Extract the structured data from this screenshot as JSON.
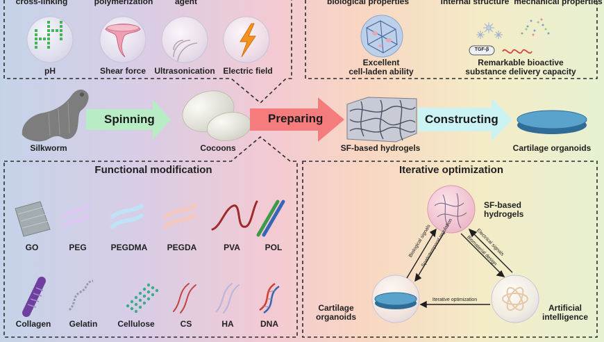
{
  "top_left": {
    "labels": [
      "cross-linking",
      "polymerization",
      "agent"
    ],
    "icons": [
      {
        "label": "pH",
        "icon": "ph-grid-icon"
      },
      {
        "label": "Shear force",
        "icon": "vortex-icon"
      },
      {
        "label": "Ultrasonication",
        "icon": "wave-icon"
      },
      {
        "label": "Electric field",
        "icon": "lightning-icon"
      }
    ]
  },
  "top_right": {
    "labels": [
      "biological properties",
      "internal structure",
      "mechanical properties"
    ],
    "cell_label_1": "Excellent",
    "cell_label_2": "cell-laden ability",
    "tgf_label": "TGF-β",
    "delivery_label_1": "Remarkable bioactive",
    "delivery_label_2": "substance delivery capacity"
  },
  "middle": {
    "silkworm": "Silkworm",
    "spinning": "Spinning",
    "cocoons": "Cocoons",
    "preparing": "Preparing",
    "hydrogels": "SF-based hydrogels",
    "constructing": "Constructing",
    "organoids": "Cartilage organoids"
  },
  "functional": {
    "title": "Functional modification",
    "row1": [
      "GO",
      "PEG",
      "PEGDMA",
      "PEGDA",
      "PVA",
      "POL"
    ],
    "row2": [
      "Collagen",
      "Gelatin",
      "Cellulose",
      "CS",
      "HA",
      "DNA"
    ]
  },
  "iterative": {
    "title": "Iterative optimization",
    "hydrogel_1": "SF-based",
    "hydrogel_2": "hydrogels",
    "organoid_1": "Cartilage",
    "organoid_2": "organoids",
    "ai_1": "Artificial",
    "ai_2": "intelligence",
    "edge_biological": "Biological signals",
    "edge_spatiotemporal": "Spatiotemporal regulation",
    "edge_electrical": "Electrical signals",
    "edge_biomaterial": "Biomaterial design",
    "edge_iterative": "Iterative optimization"
  },
  "colors": {
    "spinning_arrow": "#b7ecc4",
    "preparing_arrow": "#f47c7c",
    "constructing_arrow": "#ccf3f3",
    "organoid_disc": "#4a90bd",
    "bg_left": "#c7d2e8",
    "bg_mid": "#f2cbd2",
    "bg_right": "#eef3d3"
  }
}
